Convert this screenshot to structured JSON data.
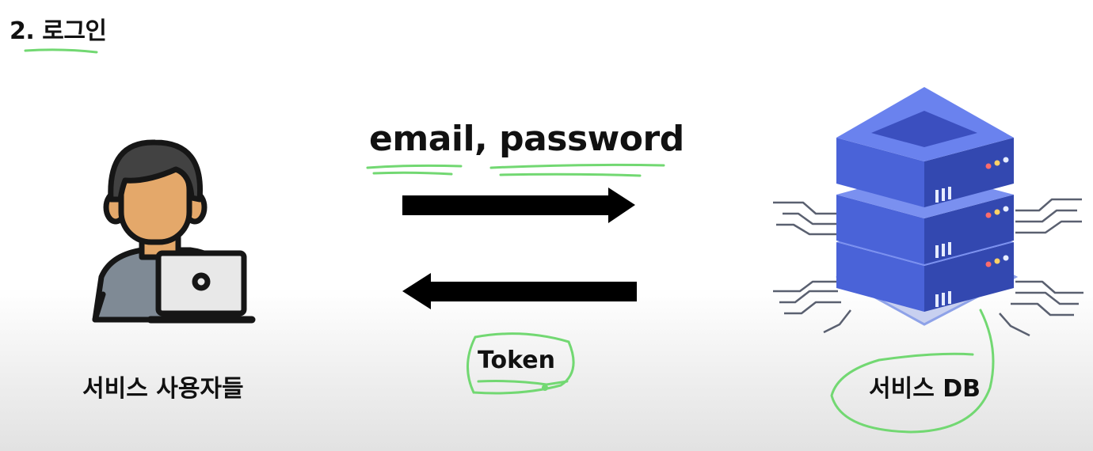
{
  "title": "2. 로그인",
  "request": {
    "label": "email, password"
  },
  "response": {
    "label": "Token"
  },
  "user": {
    "label": "서비스 사용자들"
  },
  "server": {
    "label": "서비스 DB"
  },
  "colors": {
    "highlight": "#72d872",
    "arrow": "#000000",
    "server_blue": "#4a63d8",
    "server_dark": "#3348b0",
    "skin": "#e4a86a",
    "hair": "#424242",
    "shirt": "#7f8a95"
  }
}
